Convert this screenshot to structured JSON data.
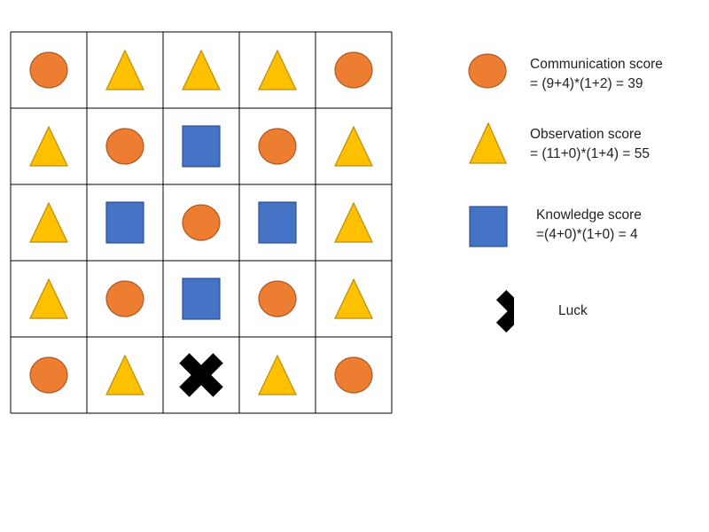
{
  "colors": {
    "circle_fill": "#ED7D31",
    "circle_stroke": "#AE5A21",
    "triangle_fill": "#FFC000",
    "triangle_stroke": "#BC8C00",
    "square_fill": "#4472C4",
    "square_stroke": "#2F528F",
    "cross_fill": "#000000",
    "grid_line": "#000000"
  },
  "grid": {
    "rows": [
      [
        "circle",
        "triangle",
        "triangle",
        "triangle",
        "circle"
      ],
      [
        "triangle",
        "circle",
        "square",
        "circle",
        "triangle"
      ],
      [
        "triangle",
        "square",
        "circle",
        "square",
        "triangle"
      ],
      [
        "triangle",
        "circle",
        "square",
        "circle",
        "triangle"
      ],
      [
        "circle",
        "triangle",
        "cross",
        "triangle",
        "circle"
      ]
    ]
  },
  "legend": {
    "communication": {
      "shape": "circle",
      "line1": "Communication score",
      "line2": "= (9+4)*(1+2) = 39"
    },
    "observation": {
      "shape": "triangle",
      "line1": "Observation score",
      "line2": "= (11+0)*(1+4) = 55"
    },
    "knowledge": {
      "shape": "square",
      "line1": "Knowledge score",
      "line2": "=(4+0)*(1+0) = 4"
    },
    "luck": {
      "shape": "cross",
      "line1": "Luck"
    }
  }
}
